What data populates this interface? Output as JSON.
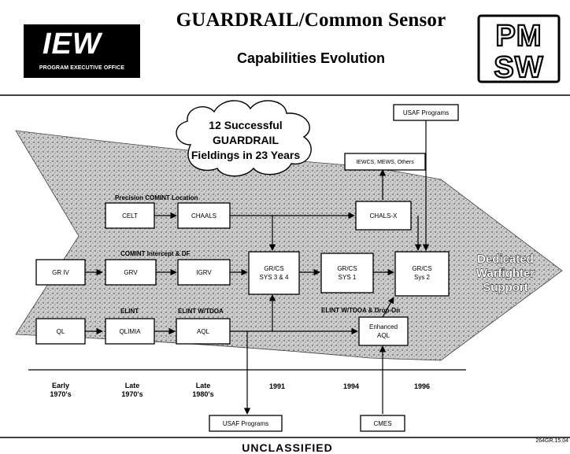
{
  "header": {
    "title": "GUARDRAIL/Common Sensor",
    "subtitle": "Capabilities Evolution",
    "logo_left": {
      "text": "IEW",
      "caption": "PROGRAM EXECUTIVE OFFICE"
    },
    "logo_right": {
      "line1": "PM",
      "line2": "SW"
    }
  },
  "cloud": {
    "lines": [
      "12 Successful",
      "GUARDRAIL",
      "Fieldings in 23 Years"
    ]
  },
  "goal": {
    "lines": [
      "Dedicated",
      "Warfighter",
      "Support"
    ]
  },
  "lanes": {
    "precision": "Precision COMINT Location",
    "comint": "COMINT Intercept & DF",
    "elint": "ELINT",
    "elint_tdoa": "ELINT W/TDOA",
    "elint_tdoa_dropon": "ELINT W/TDOA & Drop-On"
  },
  "nodes": {
    "celt": {
      "lines": [
        "CELT"
      ]
    },
    "chaals": {
      "lines": [
        "CHAALS"
      ]
    },
    "chals_x": {
      "lines": [
        "CHALS-X"
      ]
    },
    "iewcs": {
      "lines": [
        "IEWCS, MEWS, Others"
      ]
    },
    "usaf_top": {
      "lines": [
        "USAF Programs"
      ]
    },
    "gr_iv": {
      "lines": [
        "GR IV"
      ]
    },
    "grv": {
      "lines": [
        "GRV"
      ]
    },
    "igrv": {
      "lines": [
        "IGRV"
      ]
    },
    "grcs_34": {
      "lines": [
        "GR/CS",
        "SYS 3 & 4"
      ]
    },
    "grcs_1": {
      "lines": [
        "GR/CS",
        "SYS 1"
      ]
    },
    "grcs_2": {
      "lines": [
        "GR/CS",
        "Sys 2"
      ]
    },
    "ql": {
      "lines": [
        "QL"
      ]
    },
    "qlimia": {
      "lines": [
        "QLIMIA"
      ]
    },
    "aql": {
      "lines": [
        "AQL"
      ]
    },
    "enh_aql": {
      "lines": [
        "Enhanced",
        "AQL"
      ]
    },
    "usaf_bottom": {
      "lines": [
        "USAF Programs"
      ]
    },
    "cmes": {
      "lines": [
        "CMES"
      ]
    }
  },
  "timeline": [
    {
      "lines": [
        "Early",
        "1970's"
      ]
    },
    {
      "lines": [
        "Late",
        "1970's"
      ]
    },
    {
      "lines": [
        "Late",
        "1980's"
      ]
    },
    {
      "lines": [
        "1991"
      ]
    },
    {
      "lines": [
        "1994"
      ]
    },
    {
      "lines": [
        "1996"
      ]
    }
  ],
  "footer": {
    "code": "264GR.15.04",
    "classification": "UNCLASSIFIED"
  },
  "colors": {
    "ink": "#000000",
    "paper": "#ffffff"
  }
}
